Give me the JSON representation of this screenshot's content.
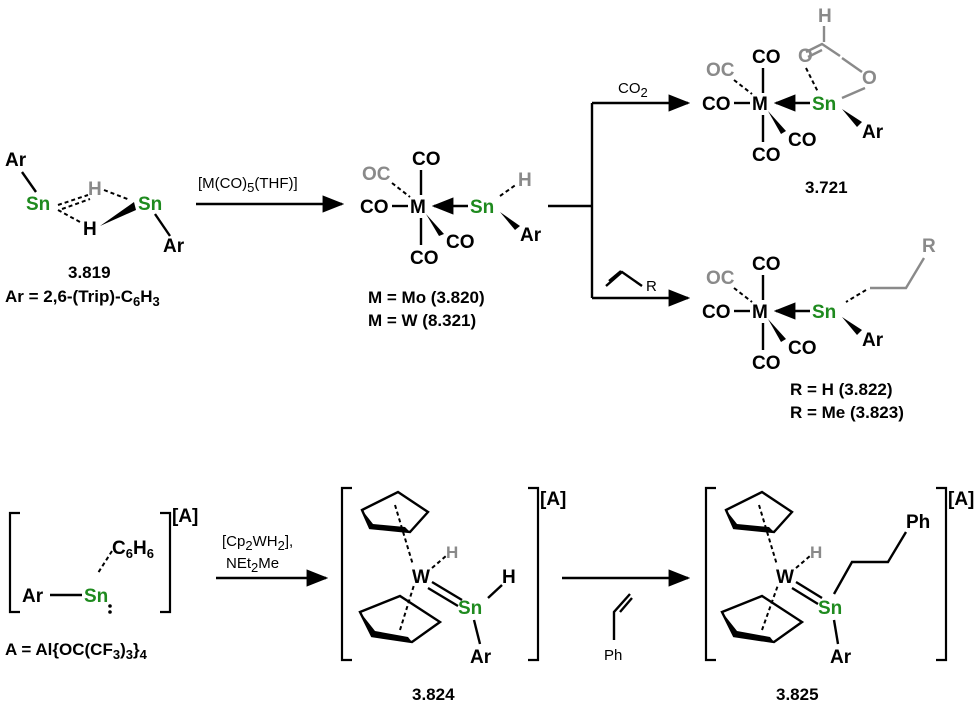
{
  "compounds": {
    "c3819": {
      "label": "3.819",
      "ar_def": "Ar = 2,6-(Trip)-C6H3"
    },
    "c3820": {
      "label_mo": "M = Mo (3.820)",
      "label_w": "M = W (8.321)"
    },
    "c3721": {
      "label": "3.721"
    },
    "c3822": {
      "label_h": "R = H (3.822)",
      "label_me": "R = Me (3.823)"
    },
    "c3824": {
      "label": "3.824"
    },
    "c3825": {
      "label": "3.825"
    },
    "anion": {
      "def": "A = Al{OC(CF3)3}4",
      "tag": "[A]"
    }
  },
  "reagents": {
    "r1": "[M(CO)5(THF)]",
    "r2": "CO2",
    "r3": "R",
    "r4a": "[Cp2WH2],",
    "r4b": "NEt2Me",
    "r5": "Ph"
  },
  "atoms": {
    "Sn": "Sn",
    "H": "H",
    "Ar": "Ar",
    "M": "M",
    "W": "W",
    "CO": "CO",
    "OC": "OC",
    "O": "O",
    "Ph": "Ph",
    "R": "R",
    "C6H6": "C6H6"
  },
  "colors": {
    "tin": "#1e8a1e",
    "faded": "#8a8a8a",
    "ink": "#000000"
  }
}
